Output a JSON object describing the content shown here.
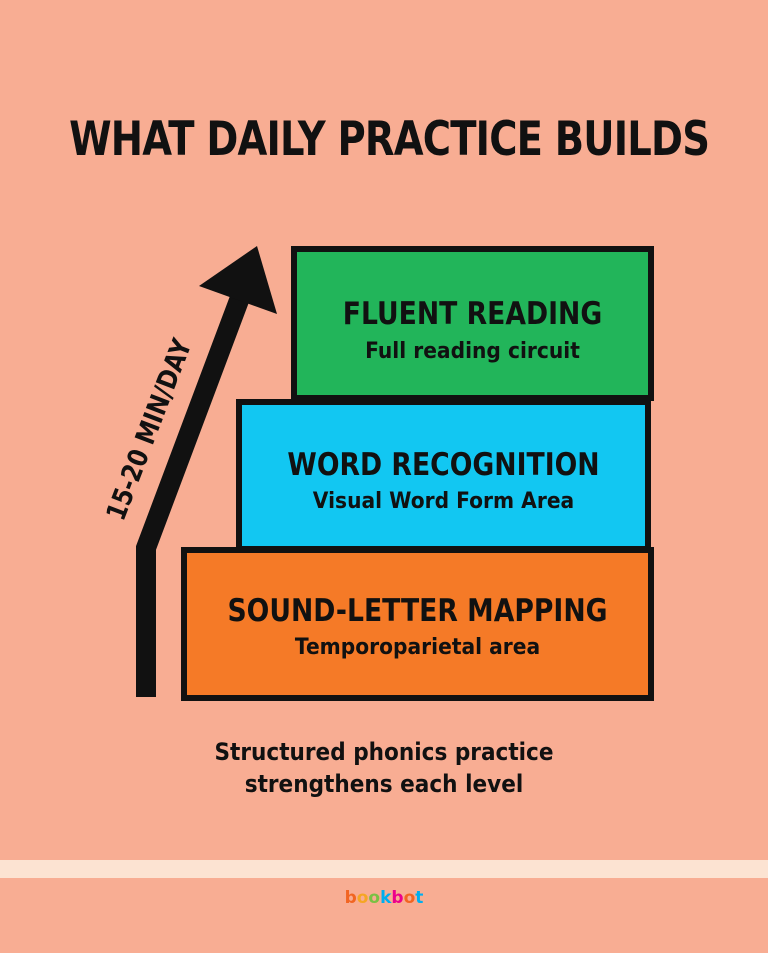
{
  "title": "WHAT DAILY PRACTICE BUILDS",
  "arrow_label": "15-20 MIN/DAY",
  "steps": [
    {
      "name": "FLUENT READING",
      "desc": "Full reading circuit",
      "color": "#22B55A"
    },
    {
      "name": "WORD RECOGNITION",
      "desc": "Visual Word Form Area",
      "color": "#12C7F2"
    },
    {
      "name": "SOUND-LETTER MAPPING",
      "desc": "Temporoparietal area",
      "color": "#F57A27"
    }
  ],
  "caption_line1": "Structured phonics practice",
  "caption_line2": "strengthens each level",
  "logo": "bookbot",
  "colors": {
    "background": "#F8AD93",
    "stripe": "#FCE3D2",
    "outline": "#111111"
  }
}
